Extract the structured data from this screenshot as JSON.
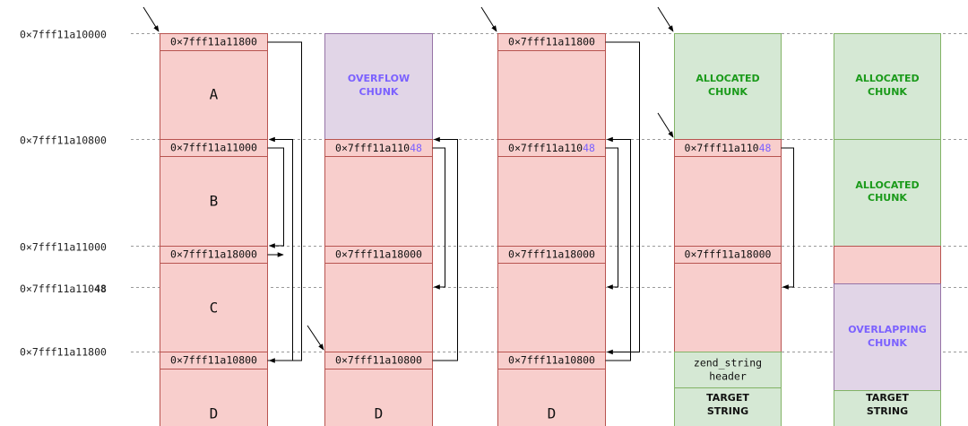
{
  "addresses": [
    {
      "text": "0×7fff11a10000"
    },
    {
      "text": "0×7fff11a10800"
    },
    {
      "text": "0×7fff11a11000"
    },
    {
      "pre": "0×7fff11a110",
      "bold": "48"
    },
    {
      "text": "0×7fff11a11800"
    }
  ],
  "col1": {
    "ptr_a": "0×7fff11a11800",
    "label_a": "A",
    "ptr_b": "0×7fff11a11000",
    "label_b": "B",
    "ptr_c": "0×7fff11a18000",
    "label_c": "C",
    "ptr_d": "0×7fff11a10800",
    "label_d": "D"
  },
  "col2": {
    "overflow_line1": "OVERFLOW",
    "overflow_line2": "CHUNK",
    "ptr_b_pre": "0×7fff11a110",
    "ptr_b_hl": "48",
    "ptr_c": "0×7fff11a18000",
    "ptr_d": "0×7fff11a10800",
    "label_d": "D"
  },
  "col3": {
    "ptr_a": "0×7fff11a11800",
    "ptr_b_pre": "0×7fff11a110",
    "ptr_b_hl": "48",
    "ptr_c": "0×7fff11a18000",
    "ptr_d": "0×7fff11a10800",
    "label_d": "D"
  },
  "col4": {
    "alloc_line1": "ALLOCATED",
    "alloc_line2": "CHUNK",
    "ptr_b_pre": "0×7fff11a110",
    "ptr_b_hl": "48",
    "ptr_c": "0×7fff11a18000",
    "zend_line1": "zend_string",
    "zend_line2": "header",
    "target_line1": "TARGET",
    "target_line2": "STRING"
  },
  "col5": {
    "alloc1_line1": "ALLOCATED",
    "alloc1_line2": "CHUNK",
    "alloc2_line1": "ALLOCATED",
    "alloc2_line2": "CHUNK",
    "overlap_line1": "OVERLAPPING",
    "overlap_line2": "CHUNK",
    "target_line1": "TARGET",
    "target_line2": "STRING"
  },
  "colors": {
    "red_fill": "#f8cecc",
    "red_stroke": "#b85450",
    "purple_fill": "#e1d5e7",
    "purple_stroke": "#9673a6",
    "purple_text": "#7b61ff",
    "green_fill": "#d5e8d4",
    "green_stroke": "#82b366",
    "green_text": "#1a9a1a",
    "dash": "#9a9a9a"
  }
}
